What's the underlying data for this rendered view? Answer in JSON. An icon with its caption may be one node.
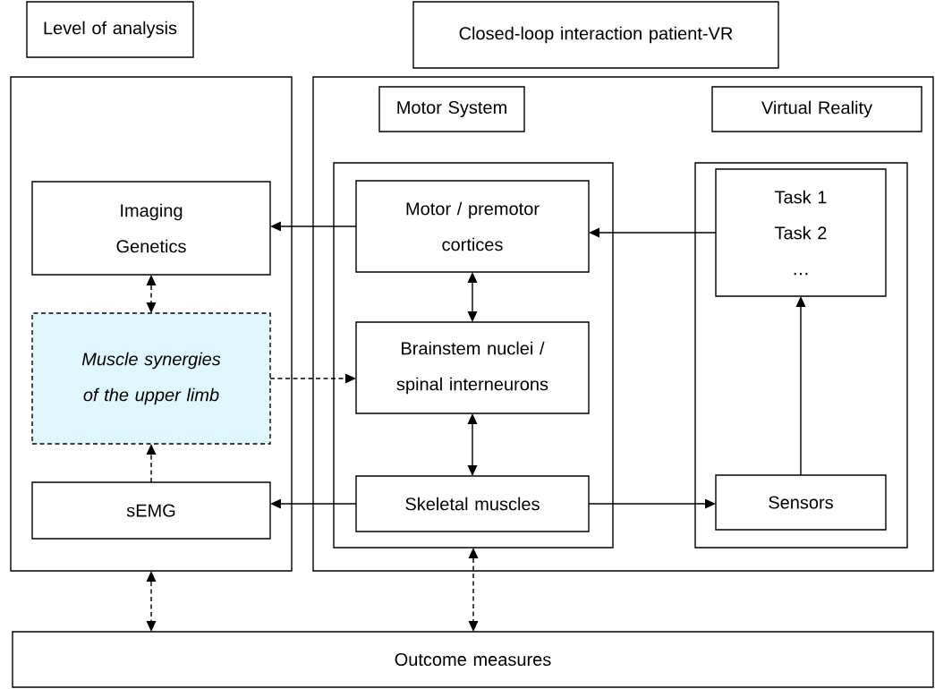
{
  "diagram": {
    "nodes": [
      {
        "text": [
          "Level of analysis"
        ]
      },
      {
        "text": [
          "Closed-loop interaction patient-VR"
        ]
      },
      {
        "text": [],
        "shape": "box"
      },
      {
        "text": [],
        "shape": "box"
      },
      {
        "text": [
          "Motor System"
        ],
        "in": 3
      },
      {
        "text": [
          "Virtual Reality"
        ],
        "in": 3
      },
      {
        "text": [],
        "shape": "box",
        "in": 3
      },
      {
        "text": [],
        "shape": "box",
        "in": 3
      },
      {
        "text": [
          "Imaging",
          "Genetics"
        ],
        "in": 2
      },
      {
        "text": [
          "Muscle synergies of the upper limb"
        ],
        "in": 2
      },
      {
        "text": [
          "sEMG"
        ],
        "in": 2
      },
      {
        "text": [
          "Motor / premotor cortices"
        ],
        "in": 6
      },
      {
        "text": [
          "Brainstem nuclei / spinal interneurons"
        ],
        "in": 6
      },
      {
        "text": [
          "Skeletal muscles"
        ],
        "in": 6
      },
      {
        "text": [
          "Task 1",
          "Task 2",
          "…"
        ],
        "in": 7
      },
      {
        "text": [
          "Sensors"
        ],
        "in": 7
      },
      {
        "text": [
          "Outcome measures"
        ]
      }
    ],
    "edges": [
      {
        "from": 11,
        "to": 8,
        "arrow": "to"
      },
      {
        "from": 14,
        "to": 11,
        "arrow": "to"
      },
      {
        "from": 11,
        "to": 12,
        "arrow": "both"
      },
      {
        "from": 12,
        "to": 13,
        "arrow": "both"
      },
      {
        "from": 13,
        "to": 10,
        "arrow": "to"
      },
      {
        "from": 13,
        "to": 15,
        "arrow": "to"
      },
      {
        "from": 15,
        "to": 14,
        "arrow": "to"
      },
      {
        "from": 8,
        "to": 9,
        "arrow": "both",
        "style": "dashed"
      },
      {
        "from": 9,
        "to": 12,
        "arrow": "to",
        "style": "dashed"
      },
      {
        "from": 10,
        "to": 9,
        "arrow": "to",
        "style": "dashed"
      },
      {
        "from": 2,
        "to": 16,
        "arrow": "both",
        "style": "dashed"
      },
      {
        "from": 6,
        "to": 16,
        "arrow": "both",
        "style": "dashed"
      }
    ]
  }
}
